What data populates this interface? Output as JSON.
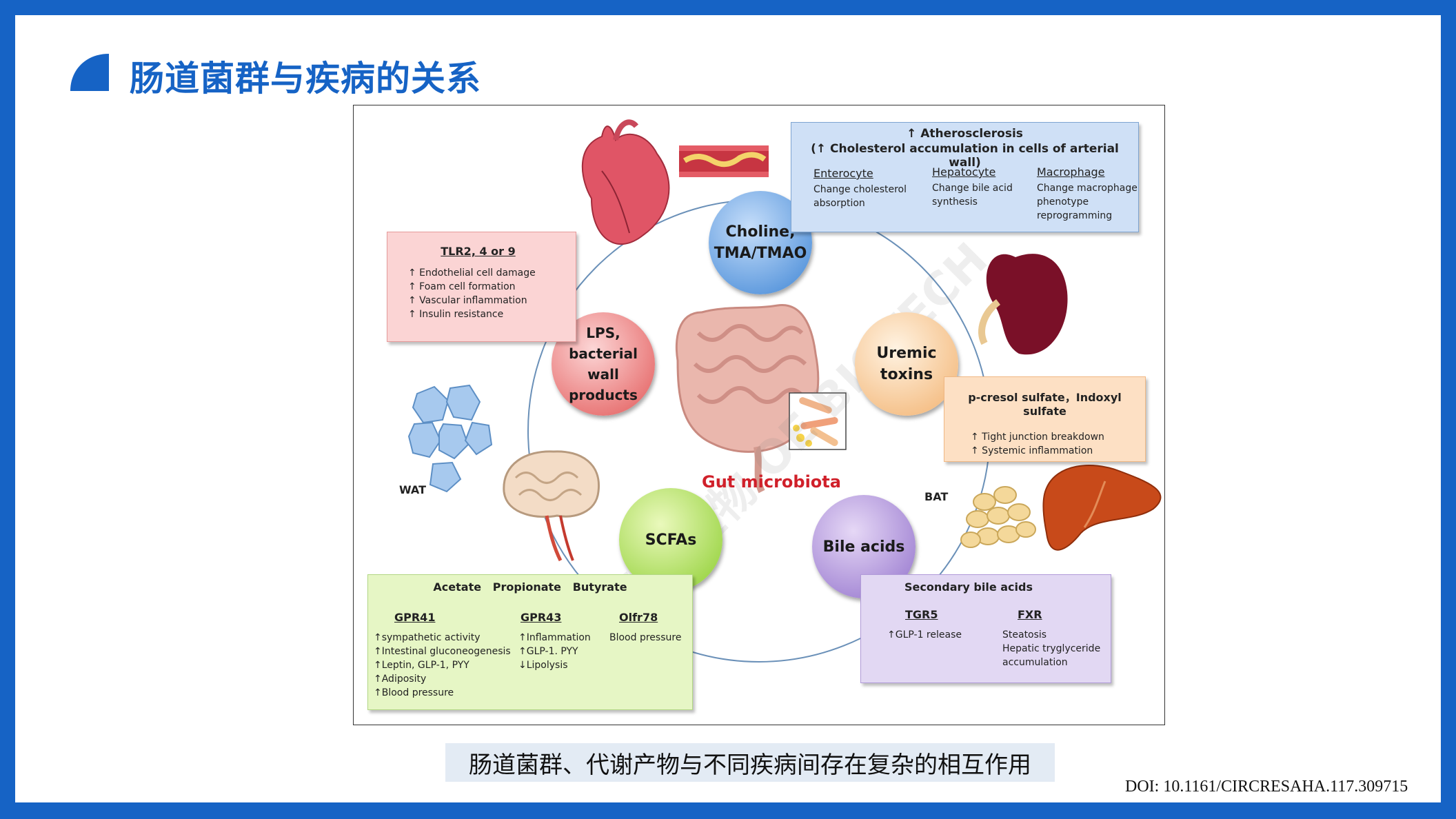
{
  "title": "肠道菌群与疾病的关系",
  "caption": "肠道菌群、代谢产物与不同疾病间存在复杂的相互作用",
  "doi": "DOI: 10.1161/CIRCRESAHA.117.309715",
  "watermark": "欧易生物 OE BIOTECH",
  "colors": {
    "brand": "#1663c5",
    "frame": "#1663c5"
  },
  "diagram": {
    "center_label": "Gut microbiota",
    "nodes": {
      "choline": "Choline,\nTMA/TMAO",
      "uremic": "Uremic\ntoxins",
      "bile": "Bile acids",
      "scfa": "SCFAs",
      "lps": "LPS,\nbacterial wall\nproducts"
    },
    "labels": {
      "wat": "WAT",
      "bat": "BAT"
    },
    "athero_box": {
      "line1": "↑ Atherosclerosis",
      "line2": "(↑ Cholesterol accumulation in cells of arterial wall)",
      "cols": [
        {
          "head": "Enterocyte",
          "text": "Change cholesterol\nabsorption"
        },
        {
          "head": "Hepatocyte",
          "text": "Change bile acid\nsynthesis"
        },
        {
          "head": "Macrophage",
          "text": "Change macrophage\nphenotype\nreprogramming"
        }
      ]
    },
    "tlr_box": {
      "head": "TLR2, 4 or 9",
      "items": [
        "↑ Endothelial cell damage",
        "↑ Foam cell formation",
        "↑ Vascular inflammation",
        "↑ Insulin resistance"
      ]
    },
    "uremic_box": {
      "head": "p-cresol sulfate，Indoxyl sulfate",
      "items": [
        "↑ Tight junction breakdown",
        "↑ Systemic inflammation"
      ]
    },
    "scfa_box": {
      "head": "Acetate   Propionate   Butyrate",
      "cols": [
        {
          "head": "GPR41",
          "text": "↑sympathetic activity\n↑Intestinal gluconeogenesis\n↑Leptin, GLP-1, PYY\n↑Adiposity\n↑Blood pressure"
        },
        {
          "head": "GPR43",
          "text": "↑Inflammation\n↑GLP-1. PYY\n↓Lipolysis"
        },
        {
          "head": "Olfr78",
          "text": "Blood pressure"
        }
      ]
    },
    "bile_box": {
      "head": "Secondary bile acids",
      "cols": [
        {
          "head": "TGR5",
          "text": "↑GLP-1 release"
        },
        {
          "head": "FXR",
          "text": "Steatosis\nHepatic tryglyceride\naccumulation"
        }
      ]
    }
  }
}
